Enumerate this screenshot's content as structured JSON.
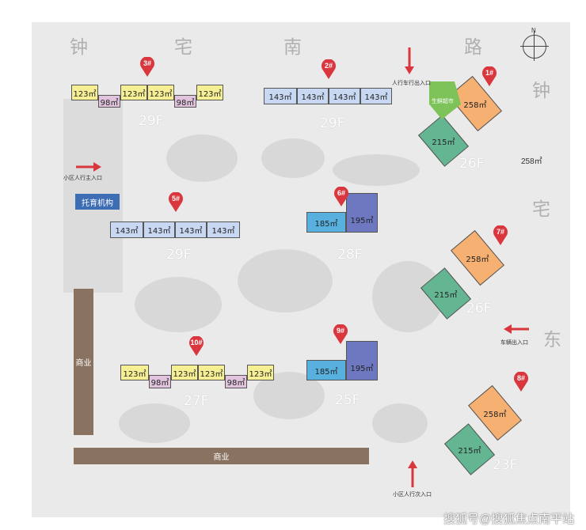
{
  "roads": {
    "north": [
      "钟",
      "宅",
      "南",
      "路"
    ],
    "east": [
      "钟",
      "宅",
      "东"
    ]
  },
  "buildings": [
    {
      "id": "3#",
      "floors": "29F",
      "units": [
        "123㎡",
        "98㎡",
        "123㎡",
        "123㎡",
        "98㎡",
        "123㎡"
      ]
    },
    {
      "id": "2#",
      "floors": "29F",
      "units": [
        "143㎡",
        "143㎡",
        "143㎡",
        "143㎡"
      ]
    },
    {
      "id": "5#",
      "floors": "29F",
      "units": [
        "143㎡",
        "143㎡",
        "143㎡",
        "143㎡"
      ]
    },
    {
      "id": "6#",
      "floors": "28F",
      "units": [
        "185㎡",
        "195㎡"
      ]
    },
    {
      "id": "10#",
      "floors": "27F",
      "units": [
        "123㎡",
        "98㎡",
        "123㎡",
        "123㎡",
        "98㎡",
        "123㎡"
      ]
    },
    {
      "id": "9#",
      "floors": "25F",
      "units": [
        "185㎡",
        "195㎡"
      ]
    },
    {
      "id": "1#",
      "floors": "26F",
      "units": [
        "258㎡",
        "215㎡"
      ]
    },
    {
      "id": "7#",
      "floors": "26F",
      "units": [
        "258㎡",
        "215㎡"
      ]
    },
    {
      "id": "8#",
      "floors": "23F",
      "units": [
        "258㎡",
        "215㎡"
      ]
    }
  ],
  "labels": {
    "side_258": "258㎡",
    "pedestrian_entrance_north": "人行车行出入口",
    "market": "生鲜超市",
    "main_pedestrian_entrance": "小区人行主入口",
    "nursery": "托育机构",
    "commercial_west": "商业",
    "commercial_south": "商业",
    "vehicle_entrance": "车辆出入口",
    "secondary_pedestrian_entrance": "小区人行次入口"
  },
  "compass": "N",
  "watermark": "搜狐号@搜狐焦点南平站",
  "colors": {
    "y": "#f6ef93",
    "p": "#e2c3de",
    "b": "#c8d8f2",
    "c": "#58b0df",
    "v": "#6d78c0",
    "o": "#f5b072",
    "g": "#64b592",
    "pin": "#d9363e",
    "market": "#7ec35a",
    "commercial": "#8a7260"
  }
}
